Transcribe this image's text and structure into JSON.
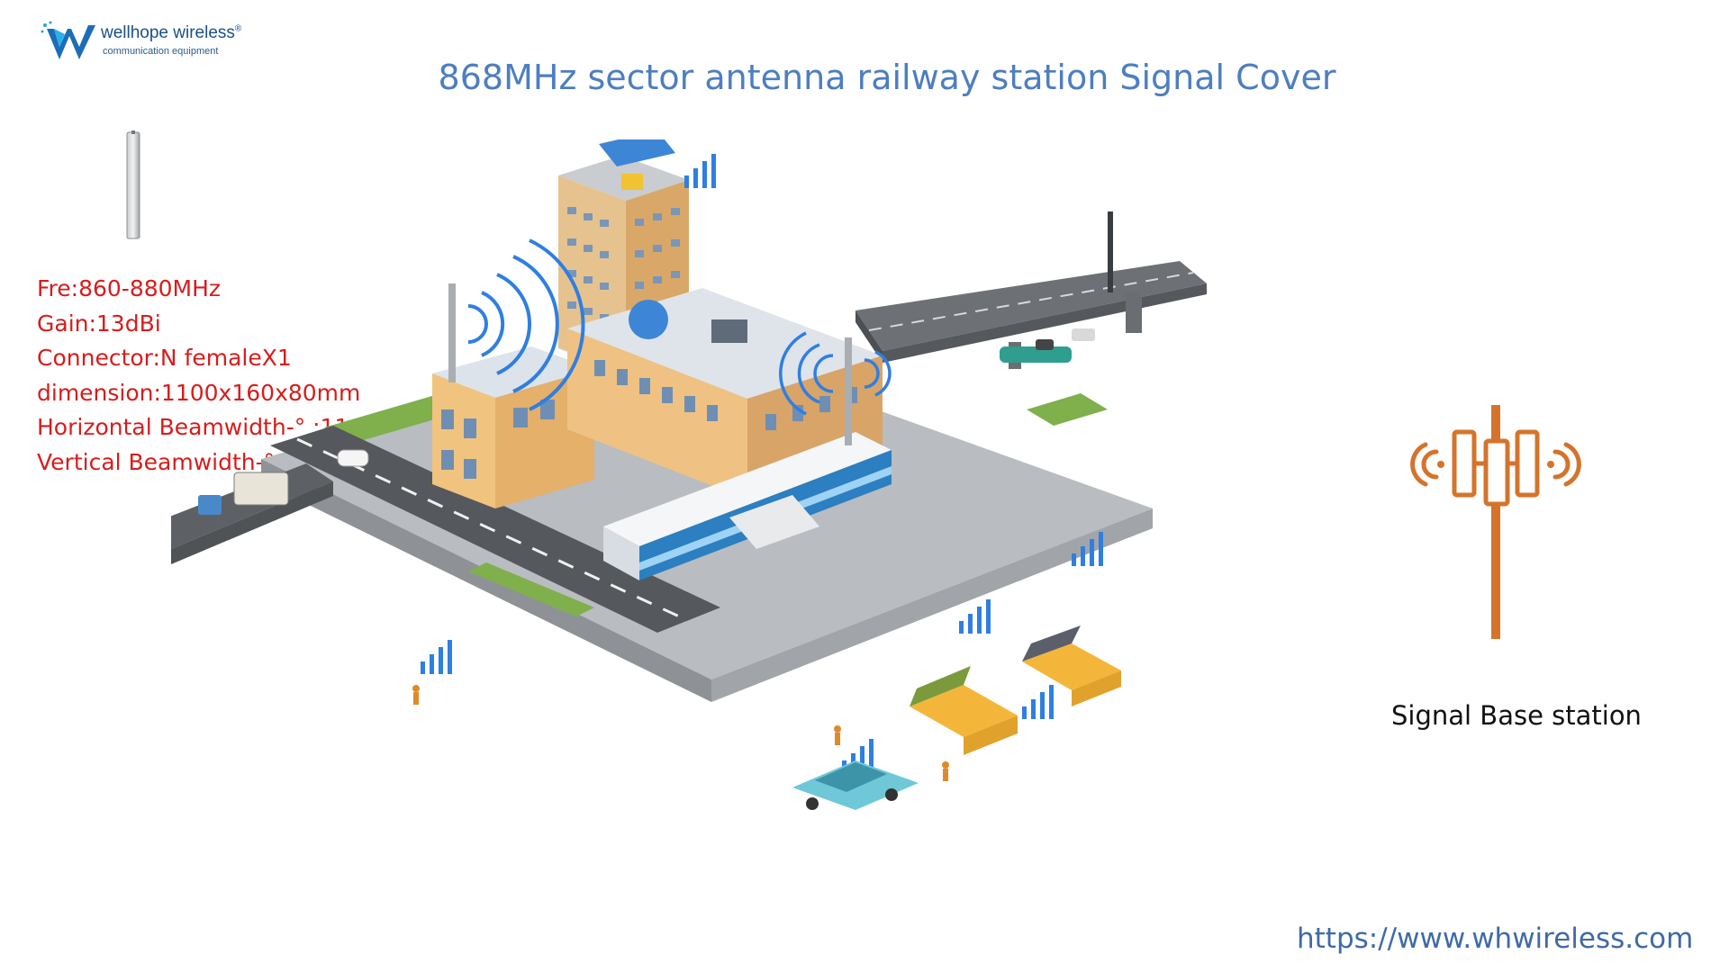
{
  "logo": {
    "brand": "wellhope wireless",
    "registered": "®",
    "tagline": "communication equipment"
  },
  "title": "868MHz sector antenna railway station Signal Cover",
  "specs": [
    "Fre:860-880MHz",
    "Gain:13dBi",
    "Connector:N femaleX1",
    "dimension:1100x160x80mm",
    "Horizontal Beamwidth-°   :114-116º",
    "Vertical Beamwidth-°   :17-19º"
  ],
  "base_station": {
    "label": "Signal Base station"
  },
  "website": "https://www.whwireless.com",
  "colors": {
    "title": "#4d7ec0",
    "specs": "#d81c1c",
    "base_station_icon": "#d4742c",
    "signal_bars": "#2f7fe0",
    "url": "#3f6aa8"
  },
  "icons": [
    "logo-w-icon",
    "sector-antenna-icon",
    "base-station-icon",
    "signal-bars-icon",
    "radio-wave-icon"
  ]
}
